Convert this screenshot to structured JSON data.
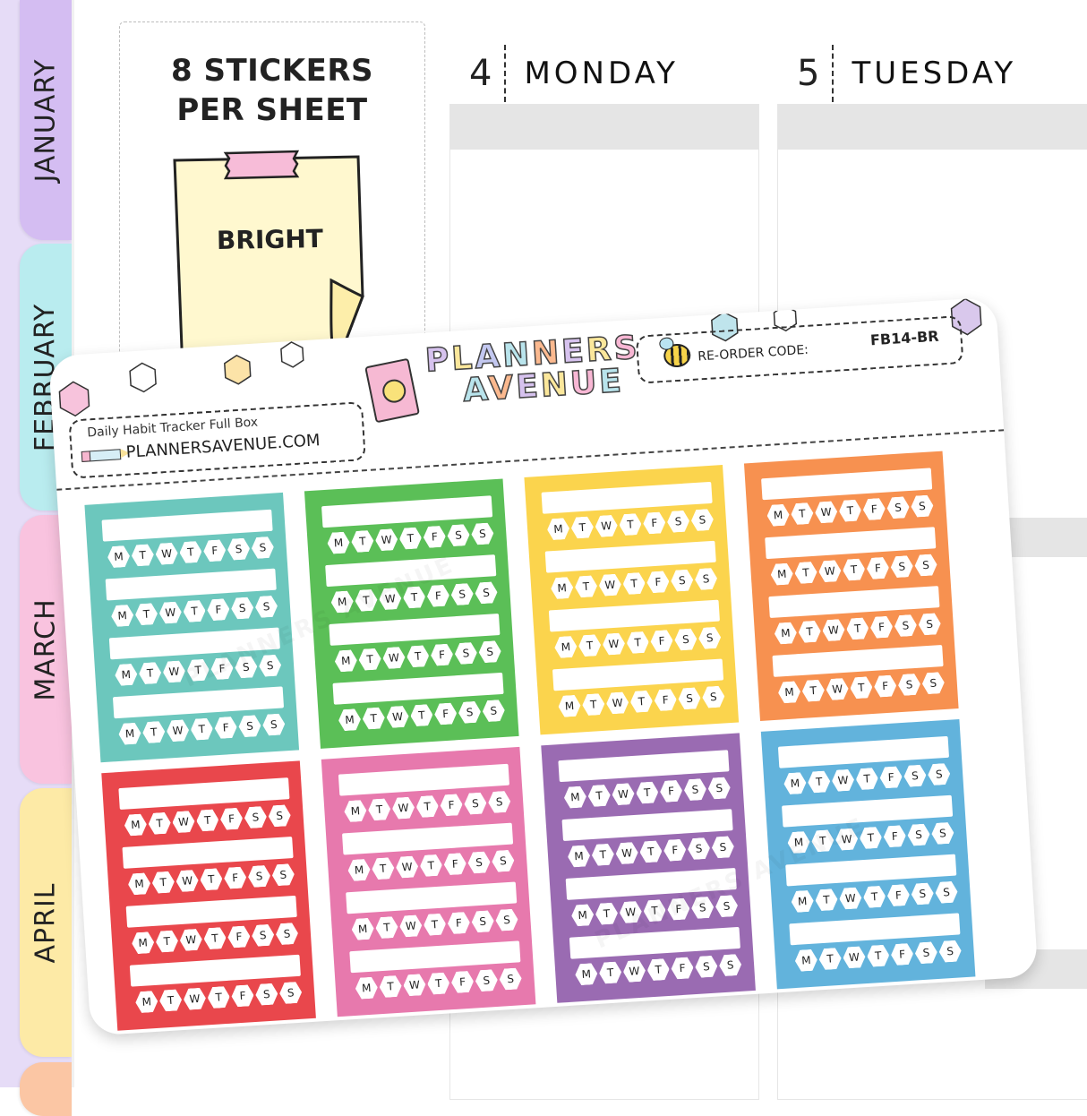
{
  "month_tabs": [
    {
      "label": "JANUARY",
      "color": "#d4bdf2"
    },
    {
      "label": "FEBRUARY",
      "color": "#b9ecef"
    },
    {
      "label": "MARCH",
      "color": "#f9c3df"
    },
    {
      "label": "APRIL",
      "color": "#fdeaa6"
    },
    {
      "label": "",
      "color": "#fbc6a4"
    }
  ],
  "info_card": {
    "title_line1": "8 STICKERS",
    "title_line2": "PER SHEET",
    "note_label": "BRIGHT",
    "note_color": "#fff8cf",
    "tape_color": "#f7bcd8"
  },
  "planner": {
    "days": [
      {
        "number": "4",
        "name": "MONDAY"
      },
      {
        "number": "5",
        "name": "TUESDAY"
      }
    ]
  },
  "sheet": {
    "product_name": "Daily Habit Tracker Full Box",
    "website": "PLANNERSAVENUE.COM",
    "brand_line1": "PLANNERS",
    "brand_line2": "AVENUE",
    "reorder_label": "RE-ORDER CODE:",
    "reorder_code": "FB14-BR",
    "watermark": "PLANNERS AVENUE",
    "weekdays": [
      "M",
      "T",
      "W",
      "T",
      "F",
      "S",
      "S"
    ],
    "rows_per_box": 4,
    "boxes": [
      {
        "color": "#6cc7bd",
        "name": "teal"
      },
      {
        "color": "#5bbf57",
        "name": "green"
      },
      {
        "color": "#fbd44d",
        "name": "yellow"
      },
      {
        "color": "#f79150",
        "name": "orange"
      },
      {
        "color": "#e9474c",
        "name": "red"
      },
      {
        "color": "#e779ad",
        "name": "pink"
      },
      {
        "color": "#9a6bb2",
        "name": "purple"
      },
      {
        "color": "#62b3dc",
        "name": "blue"
      }
    ]
  }
}
